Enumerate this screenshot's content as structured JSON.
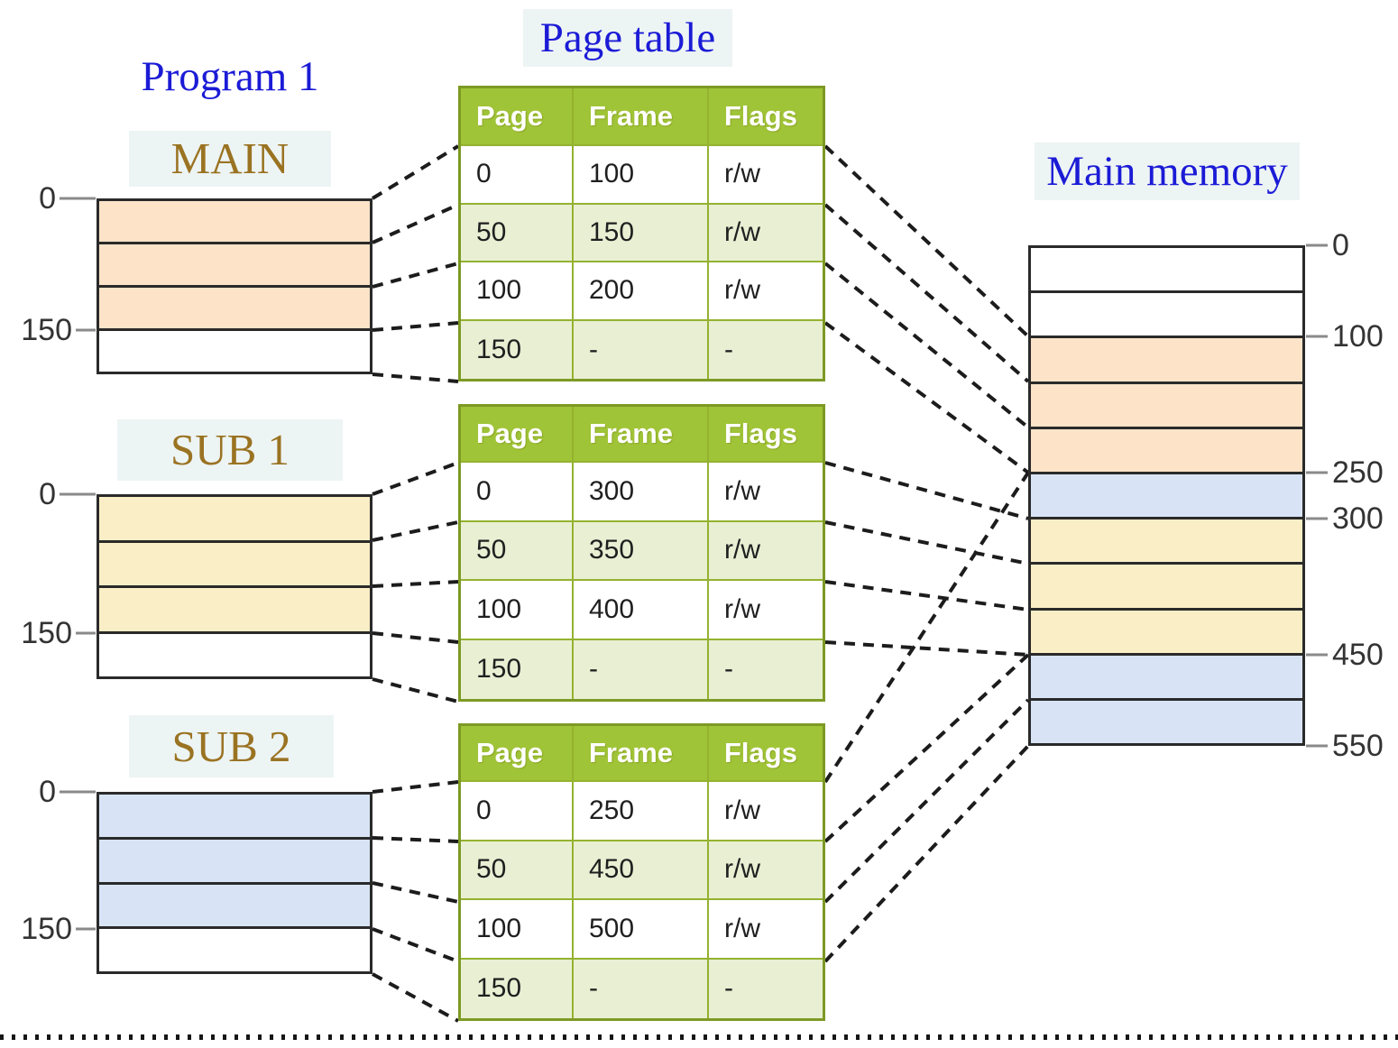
{
  "titles": {
    "program": "Program 1",
    "page_table": "Page table",
    "main_memory": "Main memory"
  },
  "colors": {
    "title_blue": "#1b1bd6",
    "label_gold": "#9a7322",
    "label_bg": "#edf4f4",
    "table_header_green": "#a0c437",
    "table_row_green": "#e9efd3",
    "peach": "#fde3c8",
    "yellow": "#faeec6",
    "blue": "#d8e4f6",
    "white": "#ffffff"
  },
  "program": {
    "main": {
      "label": "MAIN",
      "tick_top": "0",
      "tick_bottom": "150",
      "segments": [
        "#fde3c8",
        "#fde3c8",
        "#fde3c8",
        "#ffffff"
      ]
    },
    "sub1": {
      "label": "SUB 1",
      "tick_top": "0",
      "tick_bottom": "150",
      "segments": [
        "#faeec6",
        "#faeec6",
        "#faeec6",
        "#ffffff"
      ]
    },
    "sub2": {
      "label": "SUB 2",
      "tick_top": "0",
      "tick_bottom": "150",
      "segments": [
        "#d8e4f6",
        "#d8e4f6",
        "#d8e4f6",
        "#ffffff"
      ]
    }
  },
  "page_tables": [
    {
      "headers": [
        "Page",
        "Frame",
        "Flags"
      ],
      "rows": [
        [
          "0",
          "100",
          "r/w"
        ],
        [
          "50",
          "150",
          "r/w"
        ],
        [
          "100",
          "200",
          "r/w"
        ],
        [
          "150",
          "-",
          "-"
        ]
      ]
    },
    {
      "headers": [
        "Page",
        "Frame",
        "Flags"
      ],
      "rows": [
        [
          "0",
          "300",
          "r/w"
        ],
        [
          "50",
          "350",
          "r/w"
        ],
        [
          "100",
          "400",
          "r/w"
        ],
        [
          "150",
          "-",
          "-"
        ]
      ]
    },
    {
      "headers": [
        "Page",
        "Frame",
        "Flags"
      ],
      "rows": [
        [
          "0",
          "250",
          "r/w"
        ],
        [
          "50",
          "450",
          "r/w"
        ],
        [
          "100",
          "500",
          "r/w"
        ],
        [
          "150",
          "-",
          "-"
        ]
      ]
    }
  ],
  "main_memory": {
    "segments": [
      "#ffffff",
      "#ffffff",
      "#fde3c8",
      "#fde3c8",
      "#fde3c8",
      "#d8e4f6",
      "#faeec6",
      "#faeec6",
      "#faeec6",
      "#d8e4f6",
      "#d8e4f6"
    ],
    "labels": [
      "0",
      "100",
      "250",
      "300",
      "450",
      "550"
    ]
  }
}
